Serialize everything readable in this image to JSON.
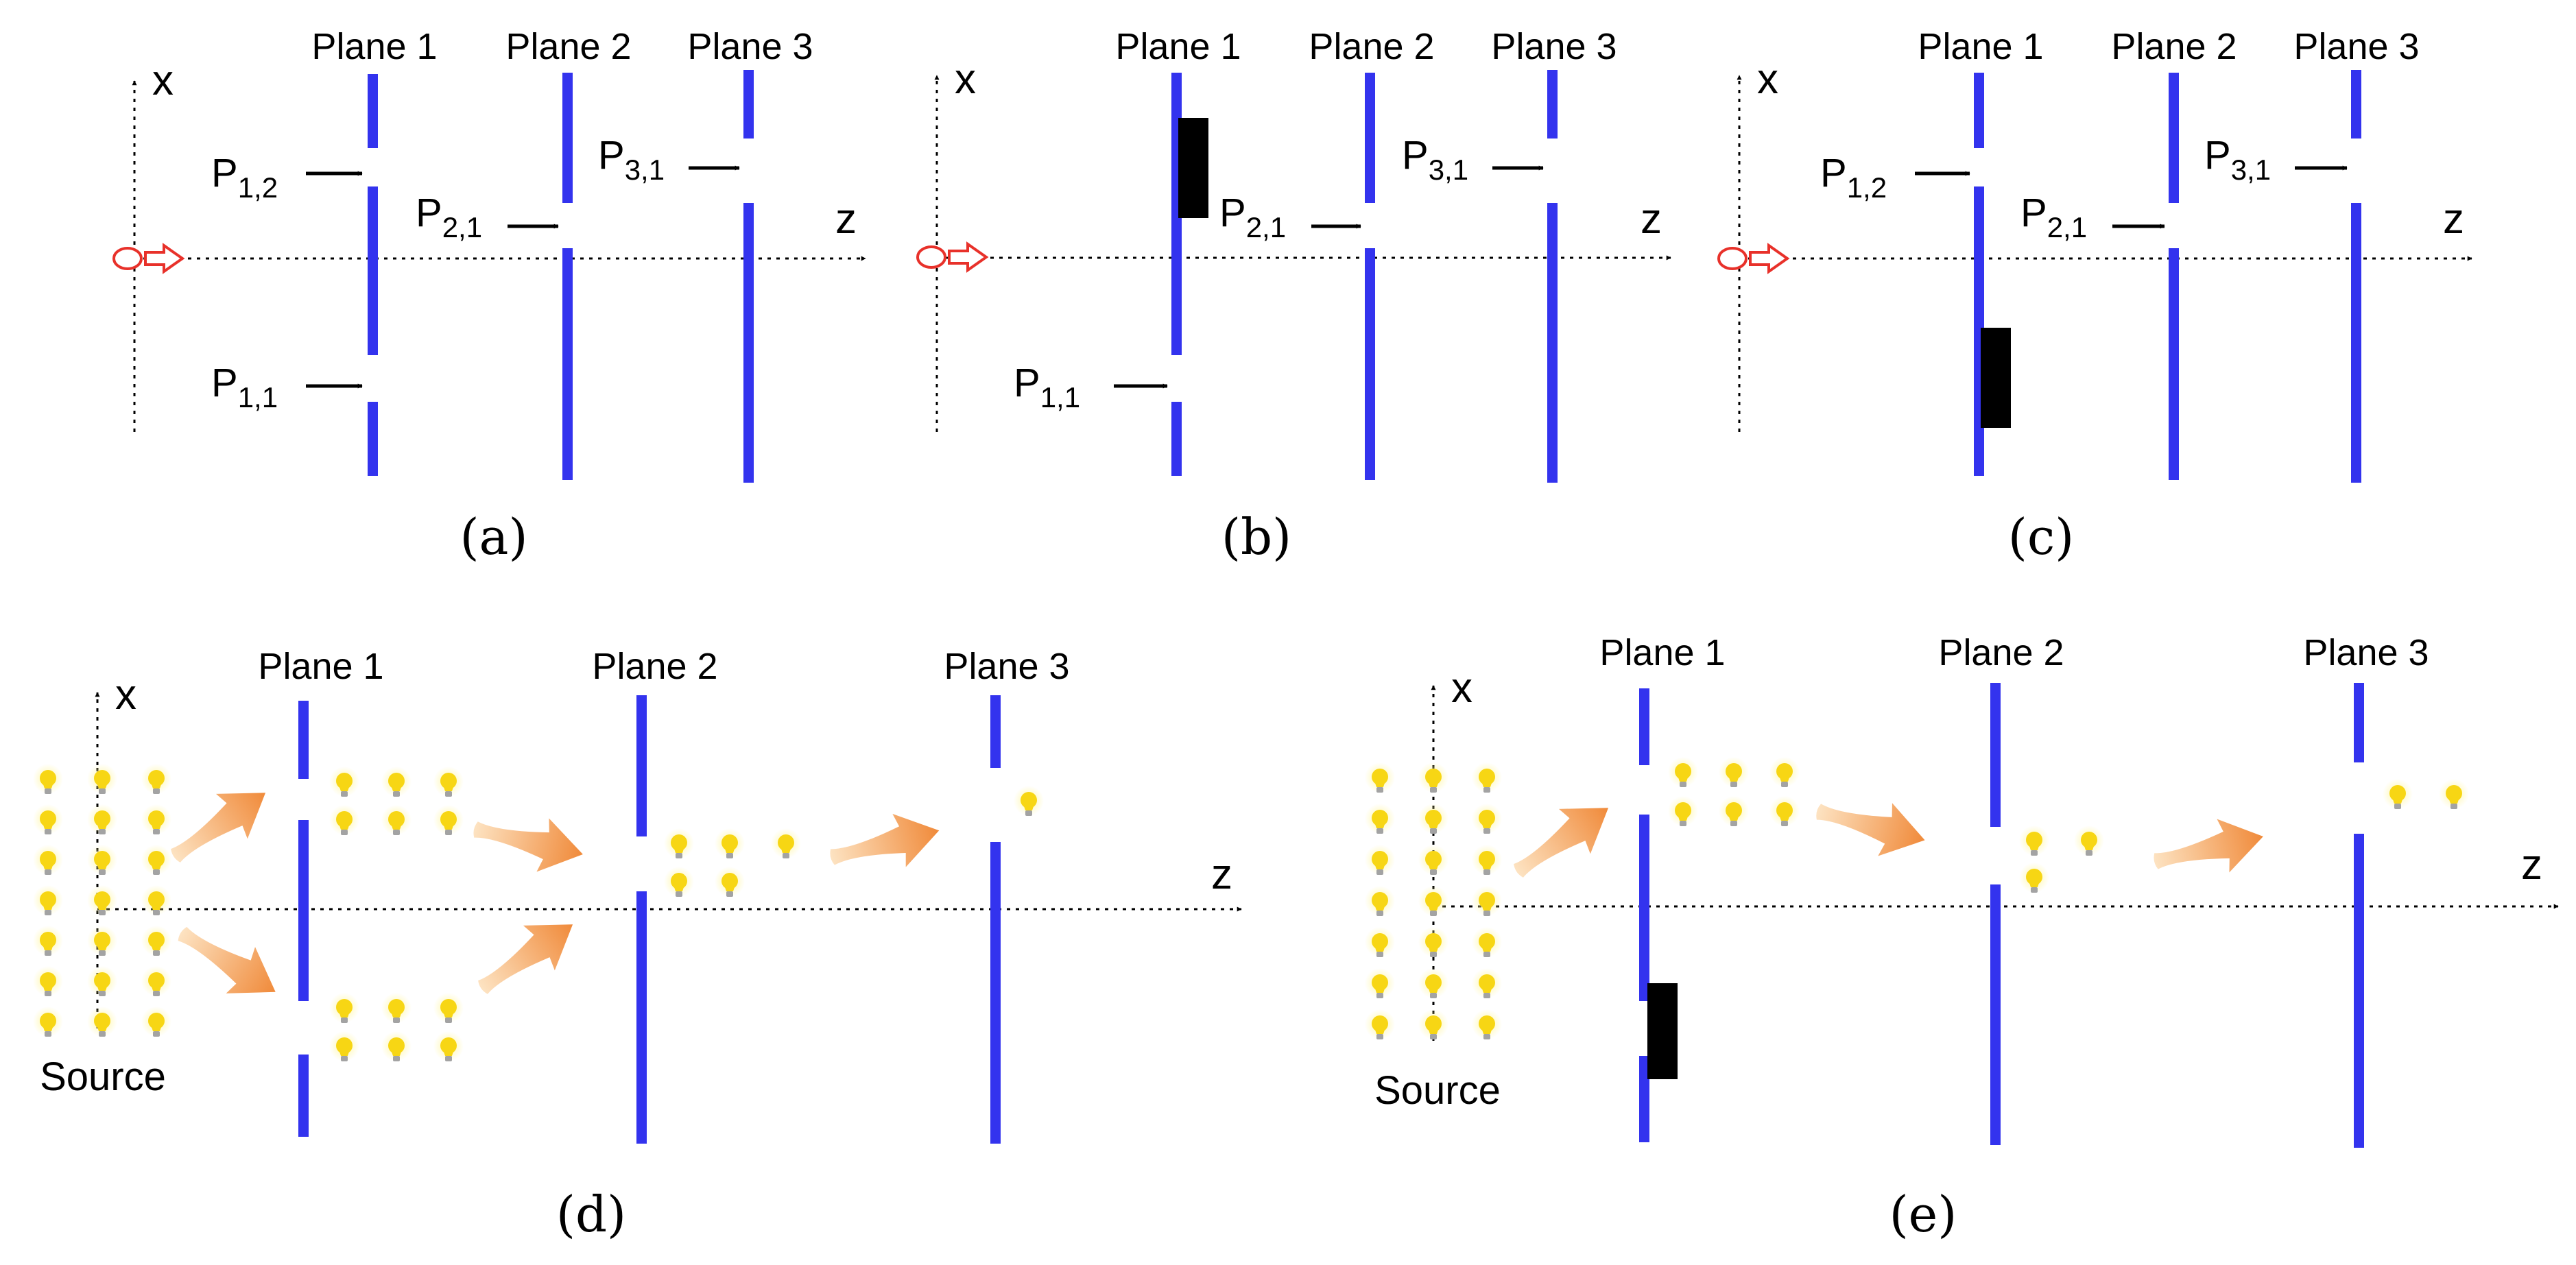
{
  "colors": {
    "plane": "#3333ee",
    "blocker": "#000000",
    "source_outline": "#e8312a",
    "beam_light": "#fde3c2",
    "beam_dark": "#f08a3a",
    "bulb_glow": "#fff6a0",
    "bulb_core": "#f7d614",
    "bulb_base": "#a3a3a3"
  },
  "icons": {
    "source": "red-oval-arrow-source-icon",
    "bulb": "light-bulb-icon",
    "beam": "orange-cone-arrow-icon"
  },
  "planes": [
    "Plane 1",
    "Plane 2",
    "Plane 3"
  ],
  "axes": {
    "x": "x",
    "z": "z"
  },
  "pinhole_labels": {
    "p11": {
      "base": "P",
      "sub": "1,1"
    },
    "p12": {
      "base": "P",
      "sub": "1,2"
    },
    "p21": {
      "base": "P",
      "sub": "2,1"
    },
    "p31": {
      "base": "P",
      "sub": "3,1"
    }
  },
  "source_label": "Source",
  "captions": {
    "a": "(a)",
    "b": "(b)",
    "c": "(c)",
    "d": "(d)",
    "e": "(e)"
  }
}
